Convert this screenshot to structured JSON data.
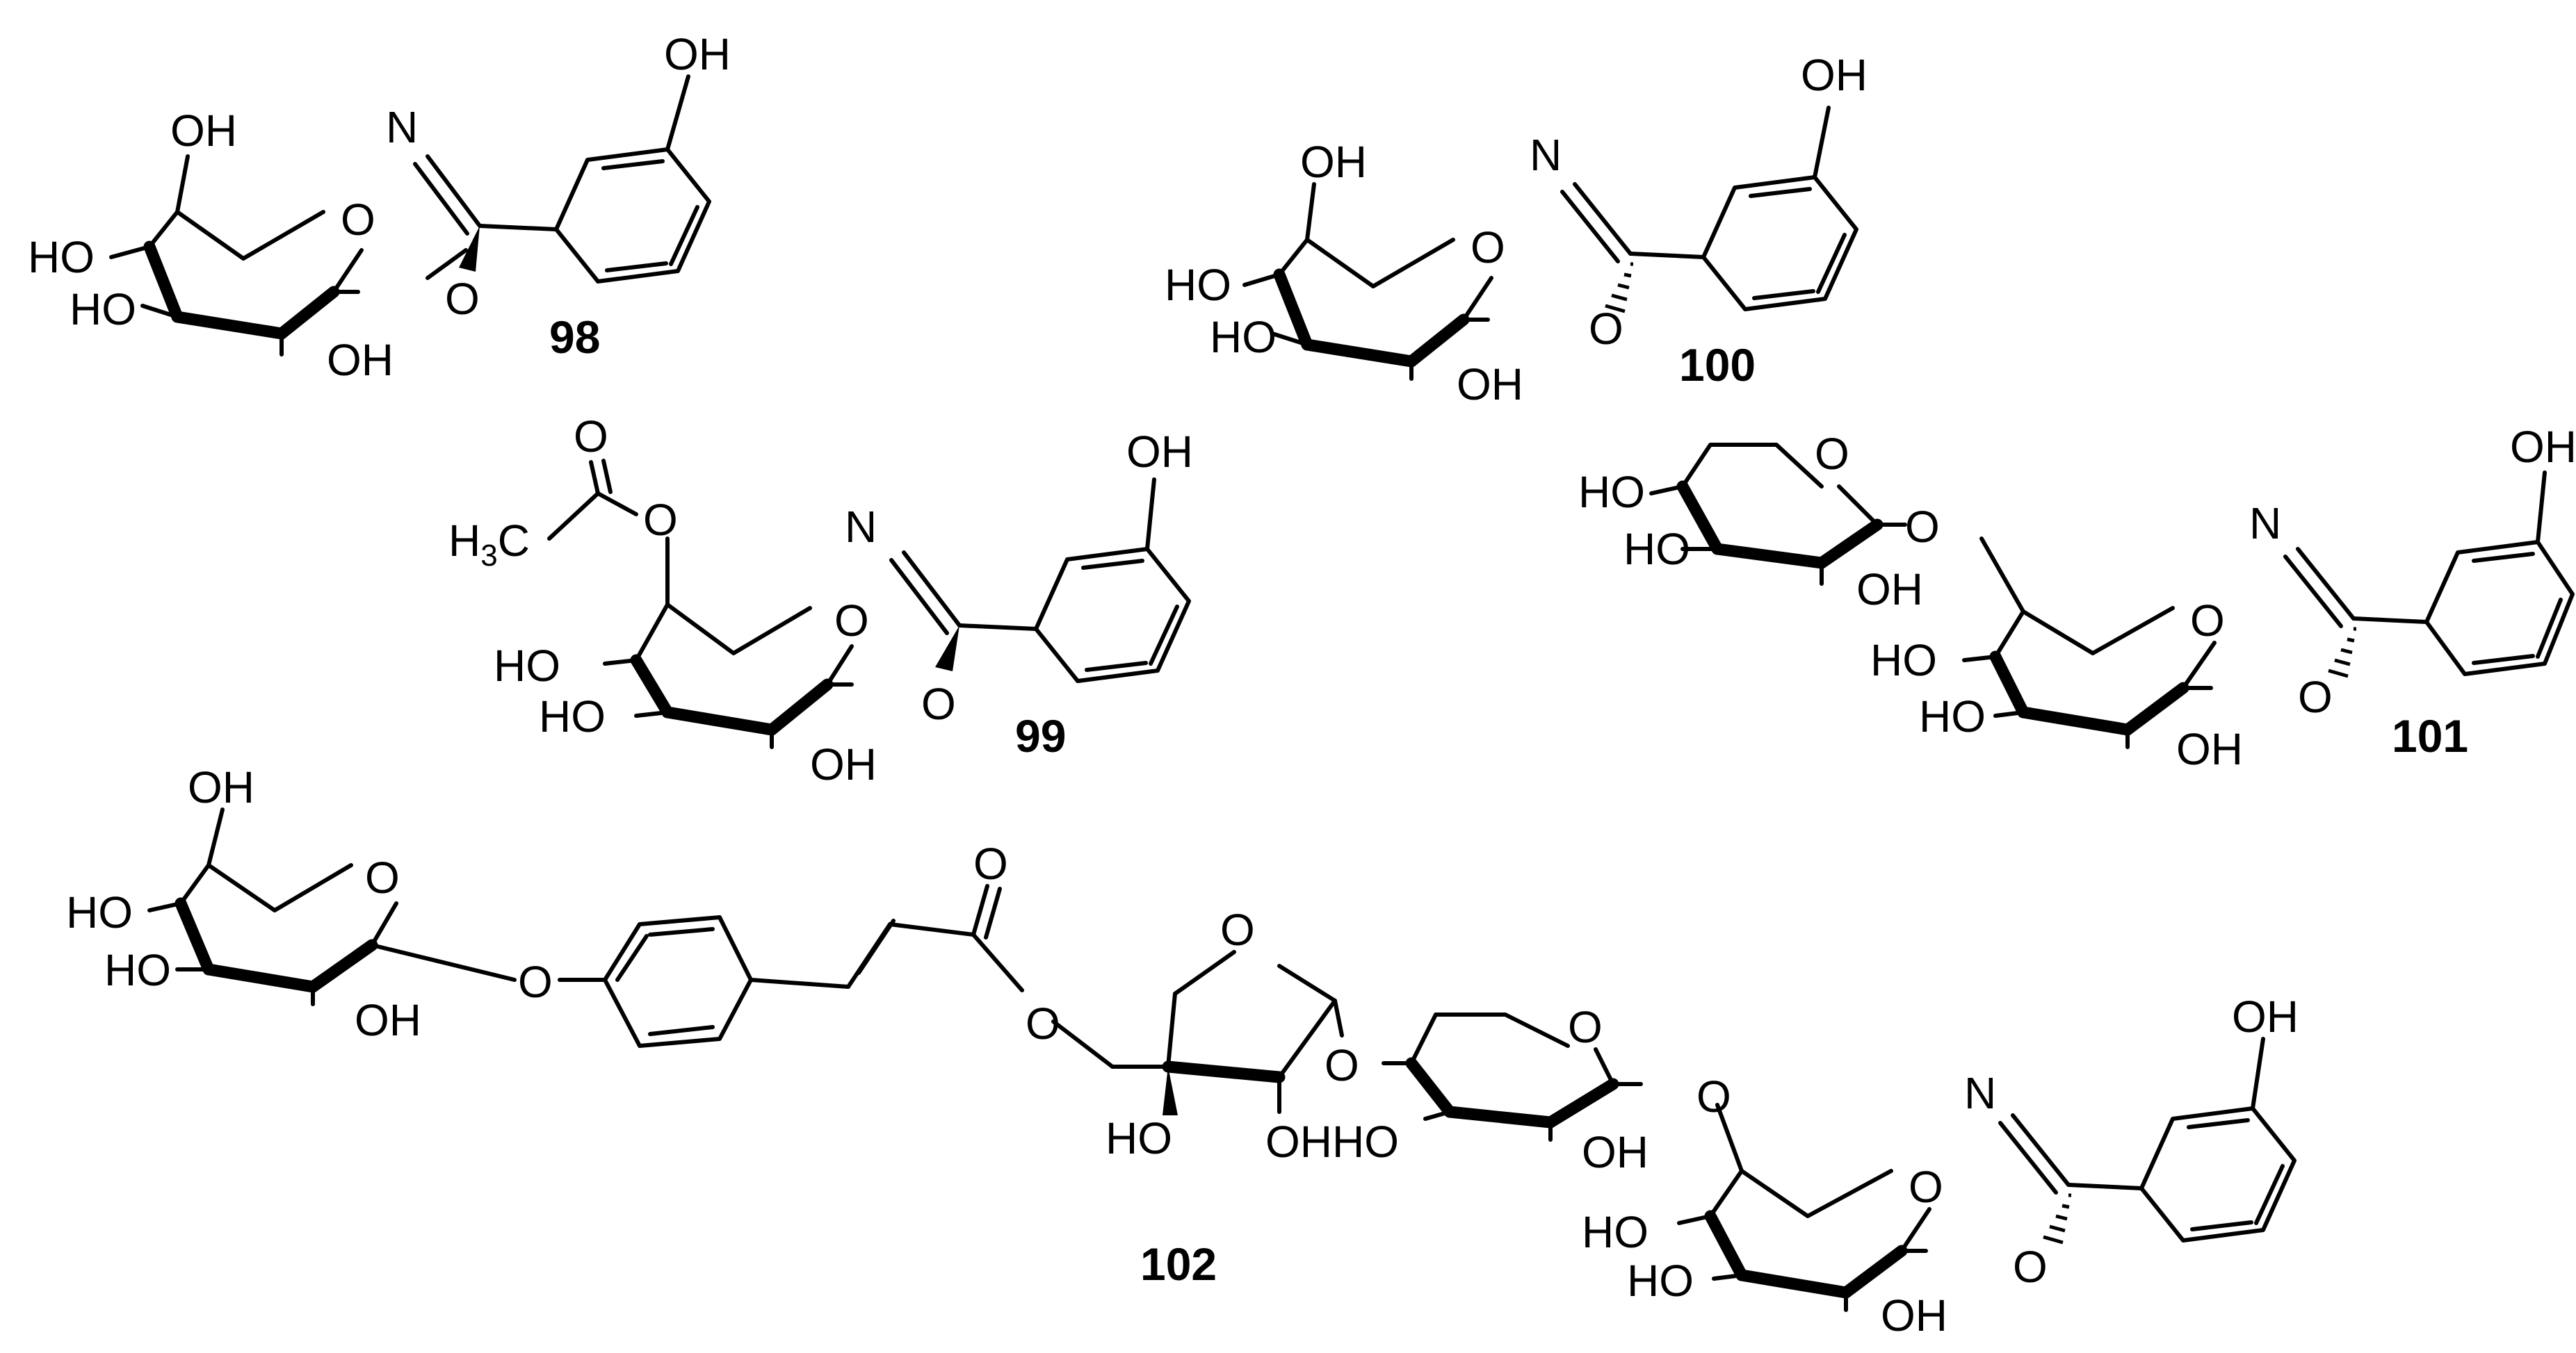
{
  "compounds": [
    {
      "id": "98",
      "atoms": {
        "oh": "OH",
        "ho": "HO",
        "n": "N",
        "o": "O"
      }
    },
    {
      "id": "99",
      "atoms": {
        "oh": "OH",
        "ho": "HO",
        "n": "N",
        "o": "O",
        "h": "H",
        "three": "3",
        "c": "C"
      }
    },
    {
      "id": "100",
      "atoms": {
        "oh": "OH",
        "ho": "HO",
        "n": "N",
        "o": "O"
      }
    },
    {
      "id": "101",
      "atoms": {
        "oh": "OH",
        "ho": "HO",
        "n": "N",
        "o": "O"
      }
    },
    {
      "id": "102",
      "atoms": {
        "oh": "OH",
        "ho": "HO",
        "n": "N",
        "o": "O",
        "ohho": "OHHO"
      }
    }
  ]
}
